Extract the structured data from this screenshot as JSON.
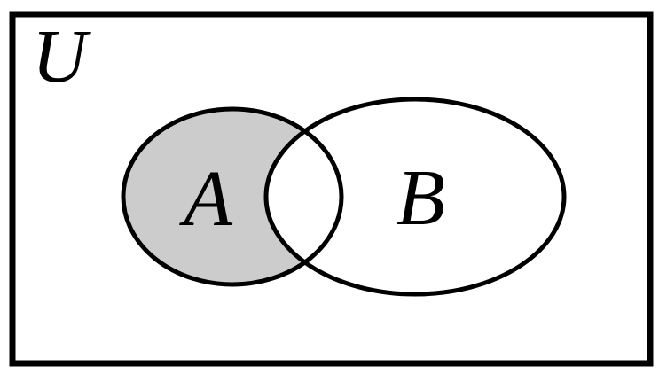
{
  "diagram": {
    "type": "venn-diagram",
    "universe_label": "U",
    "set_a_label": "A",
    "set_b_label": "B",
    "shaded_region": "A minus B",
    "colors": {
      "shaded_fill": "#cccccc",
      "unshaded_fill": "#ffffff",
      "stroke": "#000000",
      "background": "#ffffff"
    }
  }
}
